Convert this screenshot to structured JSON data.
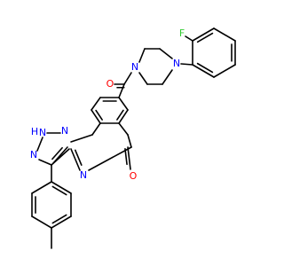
{
  "colors": {
    "carbon_bond": "#000000",
    "nitrogen": "#0000ff",
    "oxygen": "#ff0000",
    "fluorine": "#33cc33",
    "background": "#ffffff"
  },
  "labels": {
    "fluorine": "F",
    "piperazine_n_top": "N",
    "piperazine_n_bottom": "N",
    "amide_oxygen": "O",
    "nh": "H",
    "nh_n": "N",
    "triazole_n": "N",
    "triazole_n2": "N",
    "pyrimidine_n": "N",
    "ketone_oxygen": "O"
  }
}
